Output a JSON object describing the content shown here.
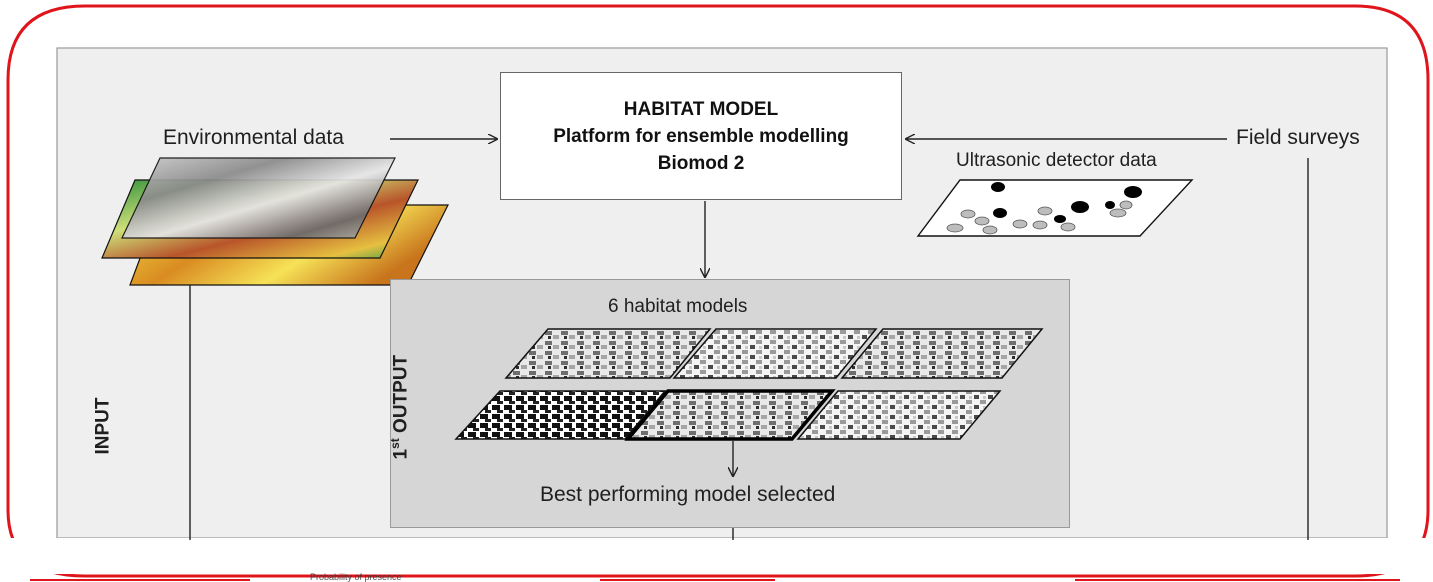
{
  "habitat_model": {
    "title": "HABITAT MODEL",
    "subtitle": "Platform for ensemble modelling",
    "name": "Biomod 2"
  },
  "inputs": {
    "environmental_label": "Environmental data",
    "field_label": "Field surveys",
    "ultrasonic_label": "Ultrasonic detector data"
  },
  "side_label": "INPUT",
  "output": {
    "label_prefix": "1",
    "label_sup": "st",
    "label_suffix": " OUTPUT",
    "models_title": "6 habitat models",
    "selected_text": "Best performing model selected"
  },
  "bottom_crop_text": "Probability of presence",
  "colors": {
    "frame": "#e0141b",
    "panel_bg": "#efefef",
    "output_bg": "#d6d6d6",
    "box_border": "#666666"
  }
}
